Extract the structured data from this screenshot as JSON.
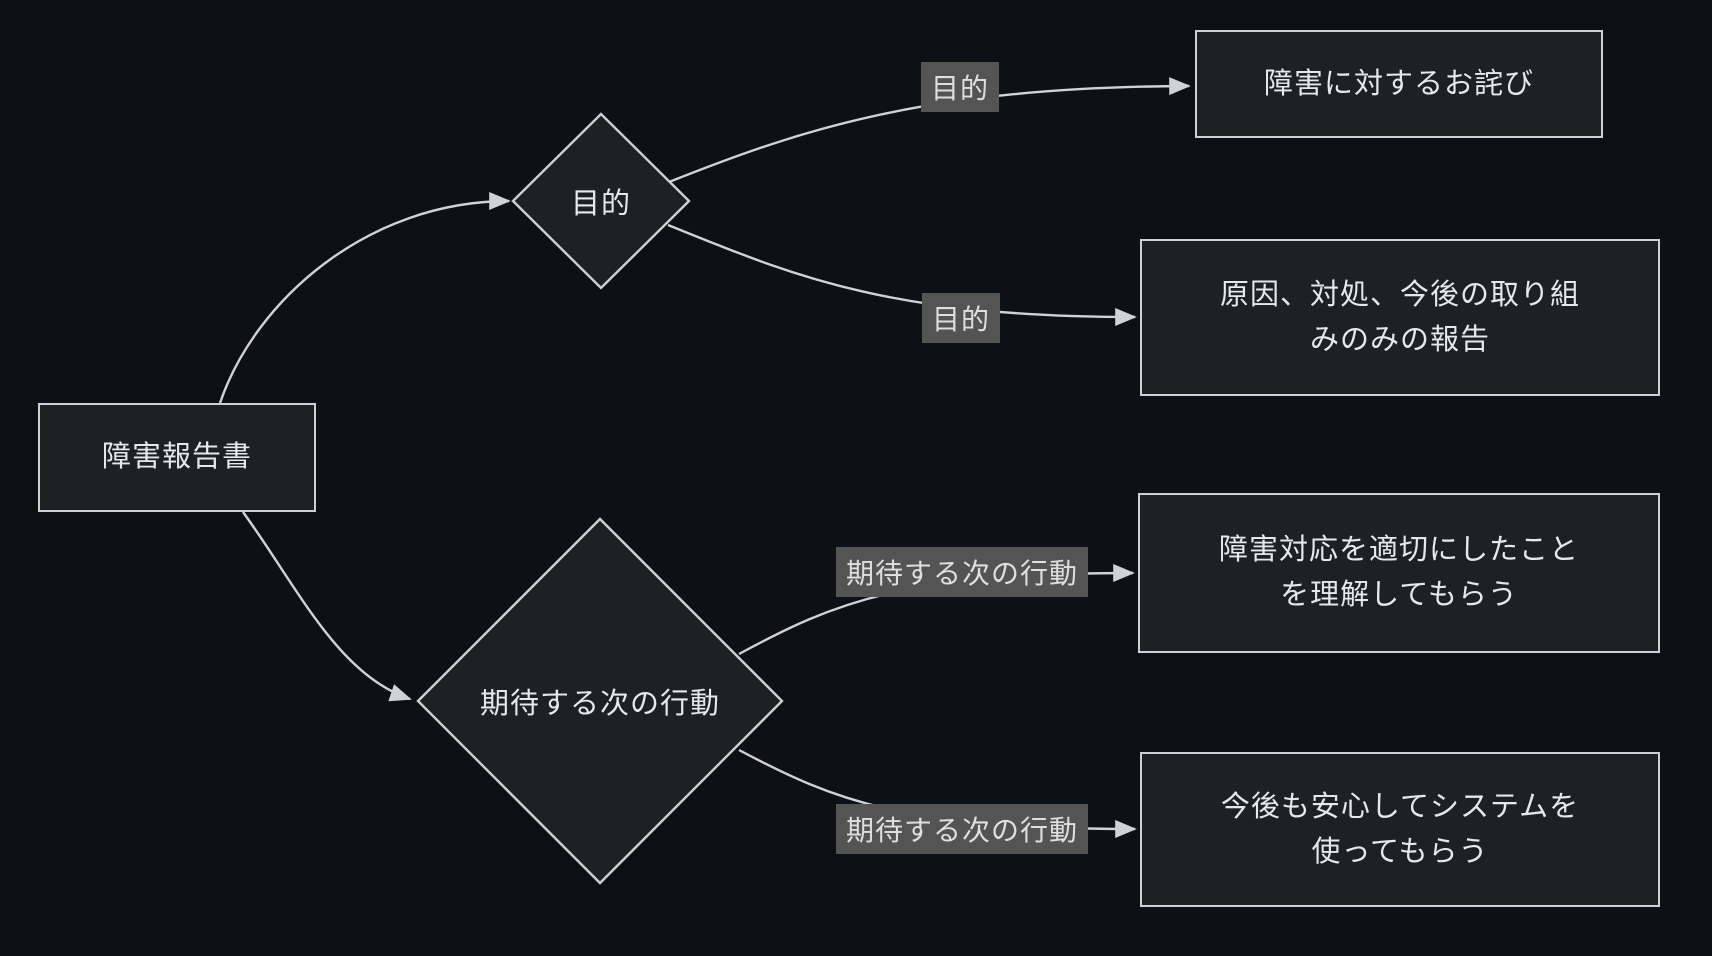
{
  "colors": {
    "background": "#0d1014",
    "node_fill": "#1f2022",
    "node_border": "#ccd1d5",
    "edge_line": "#d0d3d6",
    "edge_label_bg": "#545454",
    "text": "#e6e8e9"
  },
  "nodes": {
    "root": {
      "label": "障害報告書"
    },
    "purpose": {
      "label": "目的"
    },
    "next_action": {
      "label": "期待する次の行動"
    },
    "apology": {
      "label": "障害に対するお詫び"
    },
    "report": {
      "label": "原因、対処、今後の取り組\nみのみの報告"
    },
    "understand": {
      "label": "障害対応を適切にしたこと\nを理解してもらう"
    },
    "trust": {
      "label": "今後も安心してシステムを\n使ってもらう"
    }
  },
  "edge_labels": {
    "purpose_1": "目的",
    "purpose_2": "目的",
    "action_1": "期待する次の行動",
    "action_2": "期待する次の行動"
  }
}
